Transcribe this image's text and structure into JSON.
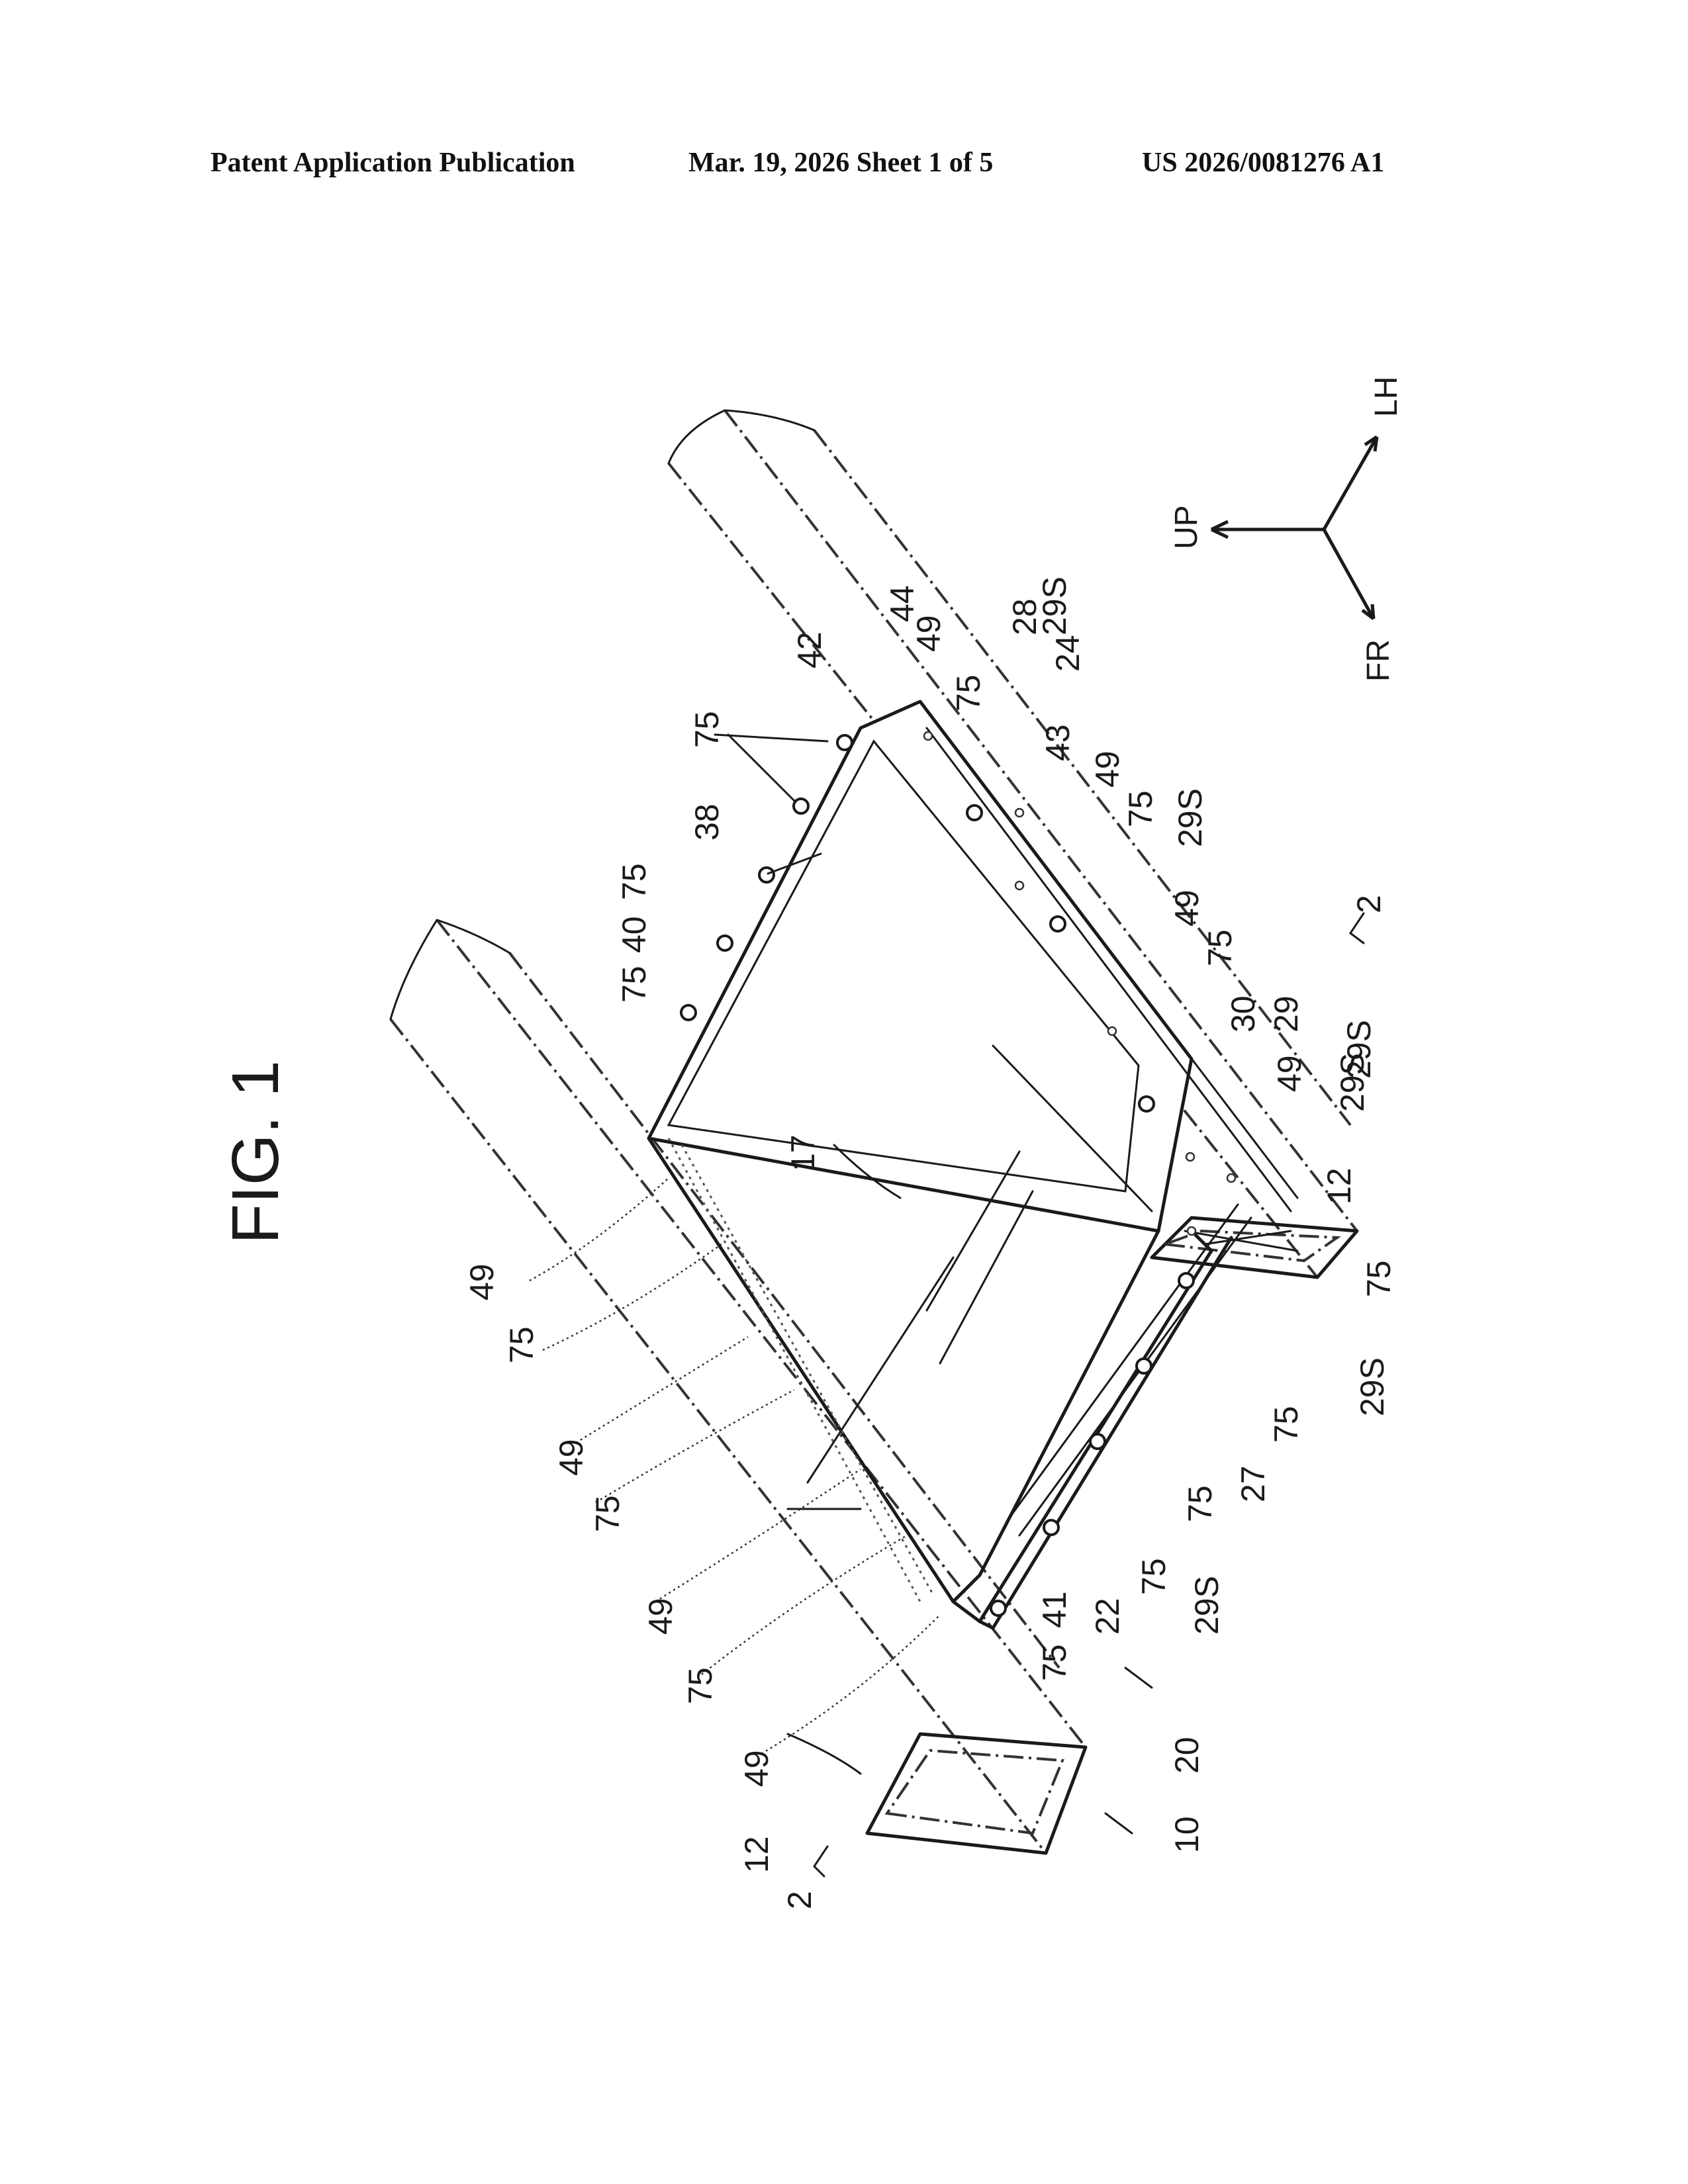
{
  "header": {
    "publication": "Patent Application Publication",
    "date_sheet": "Mar. 19, 2026  Sheet 1 of 5",
    "number": "US 2026/0081276 A1"
  },
  "figure": {
    "title": "FIG. 1"
  },
  "axes": {
    "up": "UP",
    "lh": "LH",
    "fr": "FR"
  },
  "references": {
    "r10": "10",
    "r12": "12",
    "r17": "17",
    "r20": "20",
    "r22": "22",
    "r24": "24",
    "r27": "27",
    "r28": "28",
    "r29": "29",
    "r29s": "29S",
    "r30": "30",
    "r38": "38",
    "r40": "40",
    "r41": "41",
    "r42": "42",
    "r43": "43",
    "r44": "44",
    "r49": "49",
    "r75": "75",
    "r2": "2"
  }
}
